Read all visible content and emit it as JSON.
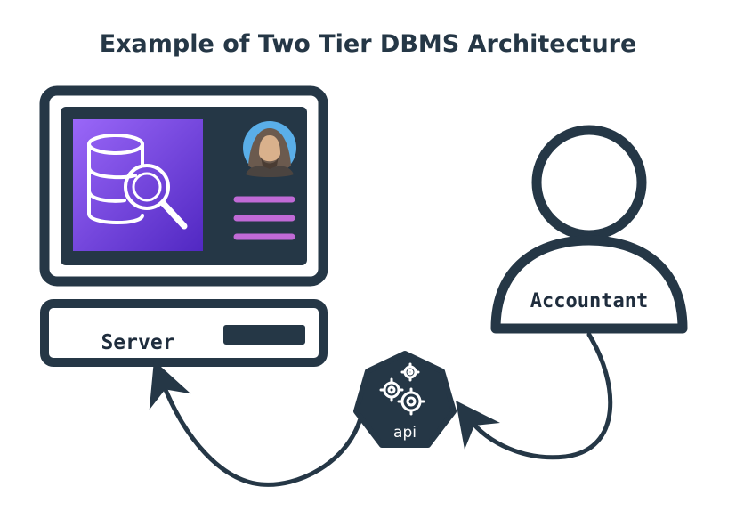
{
  "title": "Example of Two Tier DBMS Architecture",
  "nodes": {
    "server": {
      "label": "Server"
    },
    "user": {
      "label": "Accountant"
    },
    "api": {
      "label": "api"
    }
  },
  "colors": {
    "dark": "#253746",
    "purple_light": "#8a5cf6",
    "purple_dark": "#5a2ec9",
    "menu_lines": "#c06ad6",
    "avatar_bg": "#5aaee8"
  },
  "icons": [
    "database-search-icon",
    "avatar-icon",
    "menu-lines-icon",
    "gears-icon"
  ]
}
